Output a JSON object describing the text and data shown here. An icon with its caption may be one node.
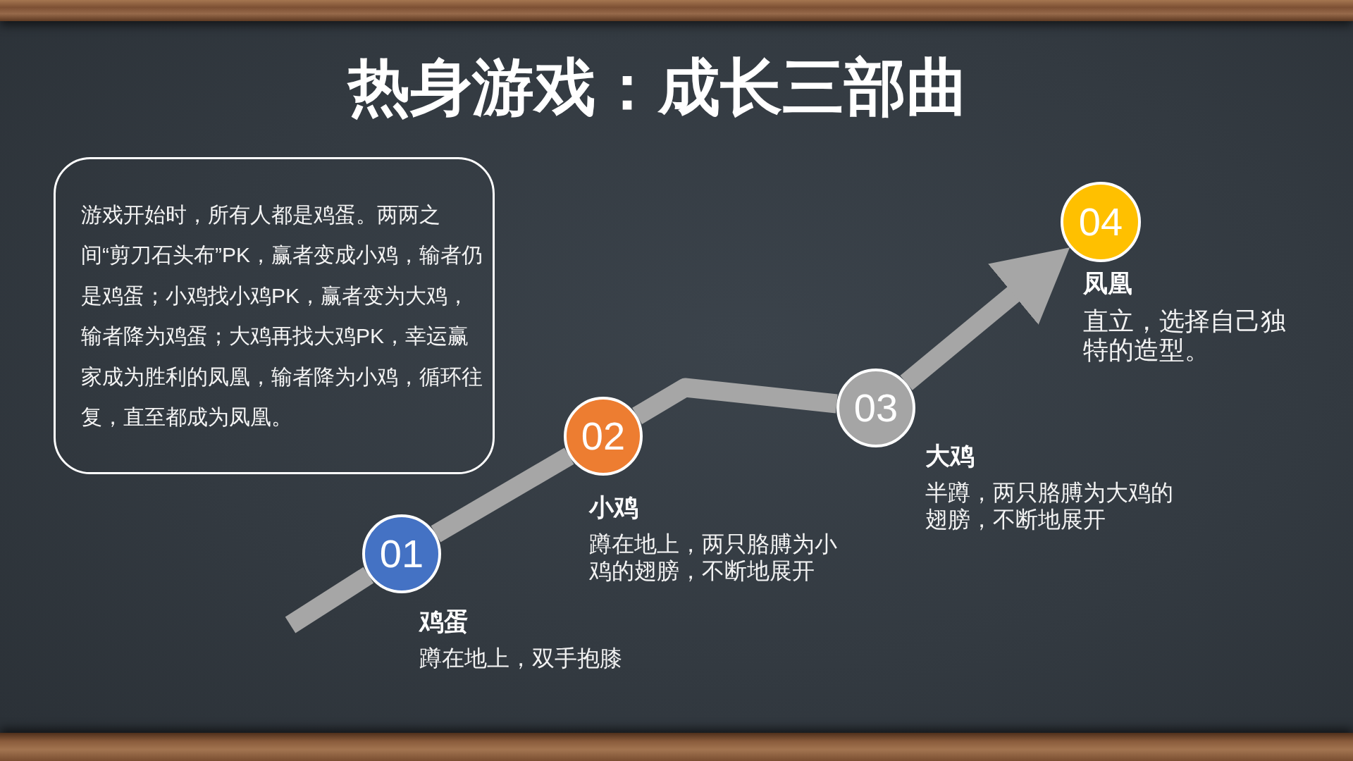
{
  "diagram": {
    "title": "热身游戏：成长三部曲",
    "nodes": [
      {
        "text": [
          "游戏开始时，所有人都是鸡蛋。两两之间“剪刀石头布”PK，赢者变成小鸡，输者仍是鸡蛋；小鸡找小鸡PK，赢者变为大鸡，输者降为鸡蛋；大鸡再找大鸡PK，幸运赢家成为胜利的凤凰，输者降为小鸡，循环往复，直至都成为凤凰。"
        ]
      },
      {
        "text": [
          "01"
        ],
        "beside": [
          "鸡蛋",
          "蹲在地上，双手抱膝"
        ]
      },
      {
        "text": [
          "02"
        ],
        "beside": [
          "小鸡",
          "蹲在地上，两只胳膊为小鸡的翅膀，不断地展开"
        ]
      },
      {
        "text": [
          "03"
        ],
        "beside": [
          "大鸡",
          "半蹲，两只胳膊为大鸡的翅膀，不断地展开"
        ]
      },
      {
        "text": [
          "04"
        ],
        "beside": [
          "凤凰",
          "直立，选择自己独特的造型。"
        ]
      }
    ],
    "edges": [
      {
        "from": null,
        "to": 1,
        "arrow": "none"
      },
      {
        "from": 1,
        "to": 2,
        "arrow": "none"
      },
      {
        "from": 2,
        "to": 3,
        "arrow": "none"
      },
      {
        "from": 3,
        "to": 4,
        "arrow": "to"
      }
    ]
  }
}
